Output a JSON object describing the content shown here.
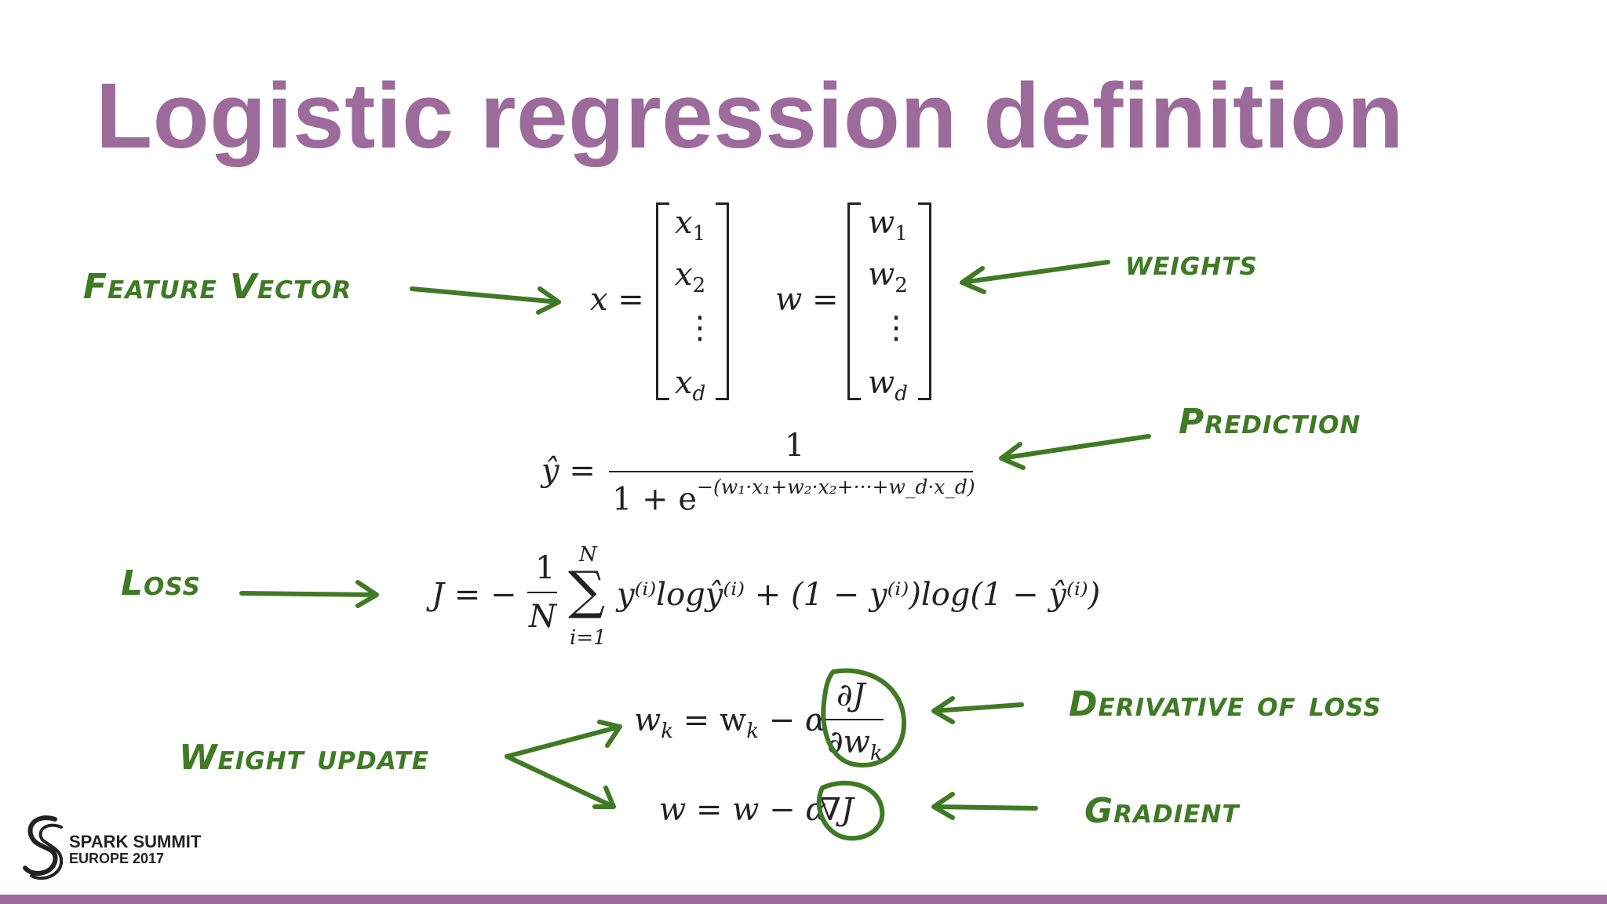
{
  "slide": {
    "title": "Logistic regression definition",
    "accent_color": "#9c6b9b",
    "annotation_color": "#3f7a24"
  },
  "annotations": {
    "feature_vector": "Feature Vector",
    "weights": "weights",
    "prediction": "Prediction",
    "loss": "Loss",
    "derivative_of_loss": "Derivative of loss",
    "weight_update": "Weight update",
    "gradient": "Gradient"
  },
  "equations": {
    "x_vector": {
      "lhs": "x =",
      "entries": [
        "x",
        "x",
        "⋮",
        "x"
      ],
      "subs": [
        "1",
        "2",
        "",
        "d"
      ]
    },
    "w_vector": {
      "lhs": "w =",
      "entries": [
        "w",
        "w",
        "⋮",
        "w"
      ],
      "subs": [
        "1",
        "2",
        "",
        "d"
      ]
    },
    "prediction": {
      "lhs": "ŷ =",
      "numerator": "1",
      "denominator": "1 + e",
      "exponent": "−(w₁·x₁+w₂·x₂+···+w_d·x_d)"
    },
    "loss": {
      "lhs": "J = −",
      "frac_num": "1",
      "frac_den": "N",
      "sum_upper": "N",
      "sum_symbol": "∑",
      "sum_lower": "i=1",
      "body": "y⁽ⁱ⁾logŷ⁽ⁱ⁾ + (1 − y⁽ⁱ⁾)log(1 − ŷ⁽ⁱ⁾)"
    },
    "update_k": {
      "lhs": "w",
      "lhs_sub": "k",
      "mid": "= w",
      "mid_sub": "k",
      "minus_alpha": "− α",
      "num": "∂J",
      "den": "∂w",
      "den_sub": "k"
    },
    "update_vec": {
      "text": "w = w − α",
      "grad": "∇J"
    }
  },
  "logo": {
    "line1": "SPARK SUMMIT",
    "line2": "EUROPE 2017"
  }
}
